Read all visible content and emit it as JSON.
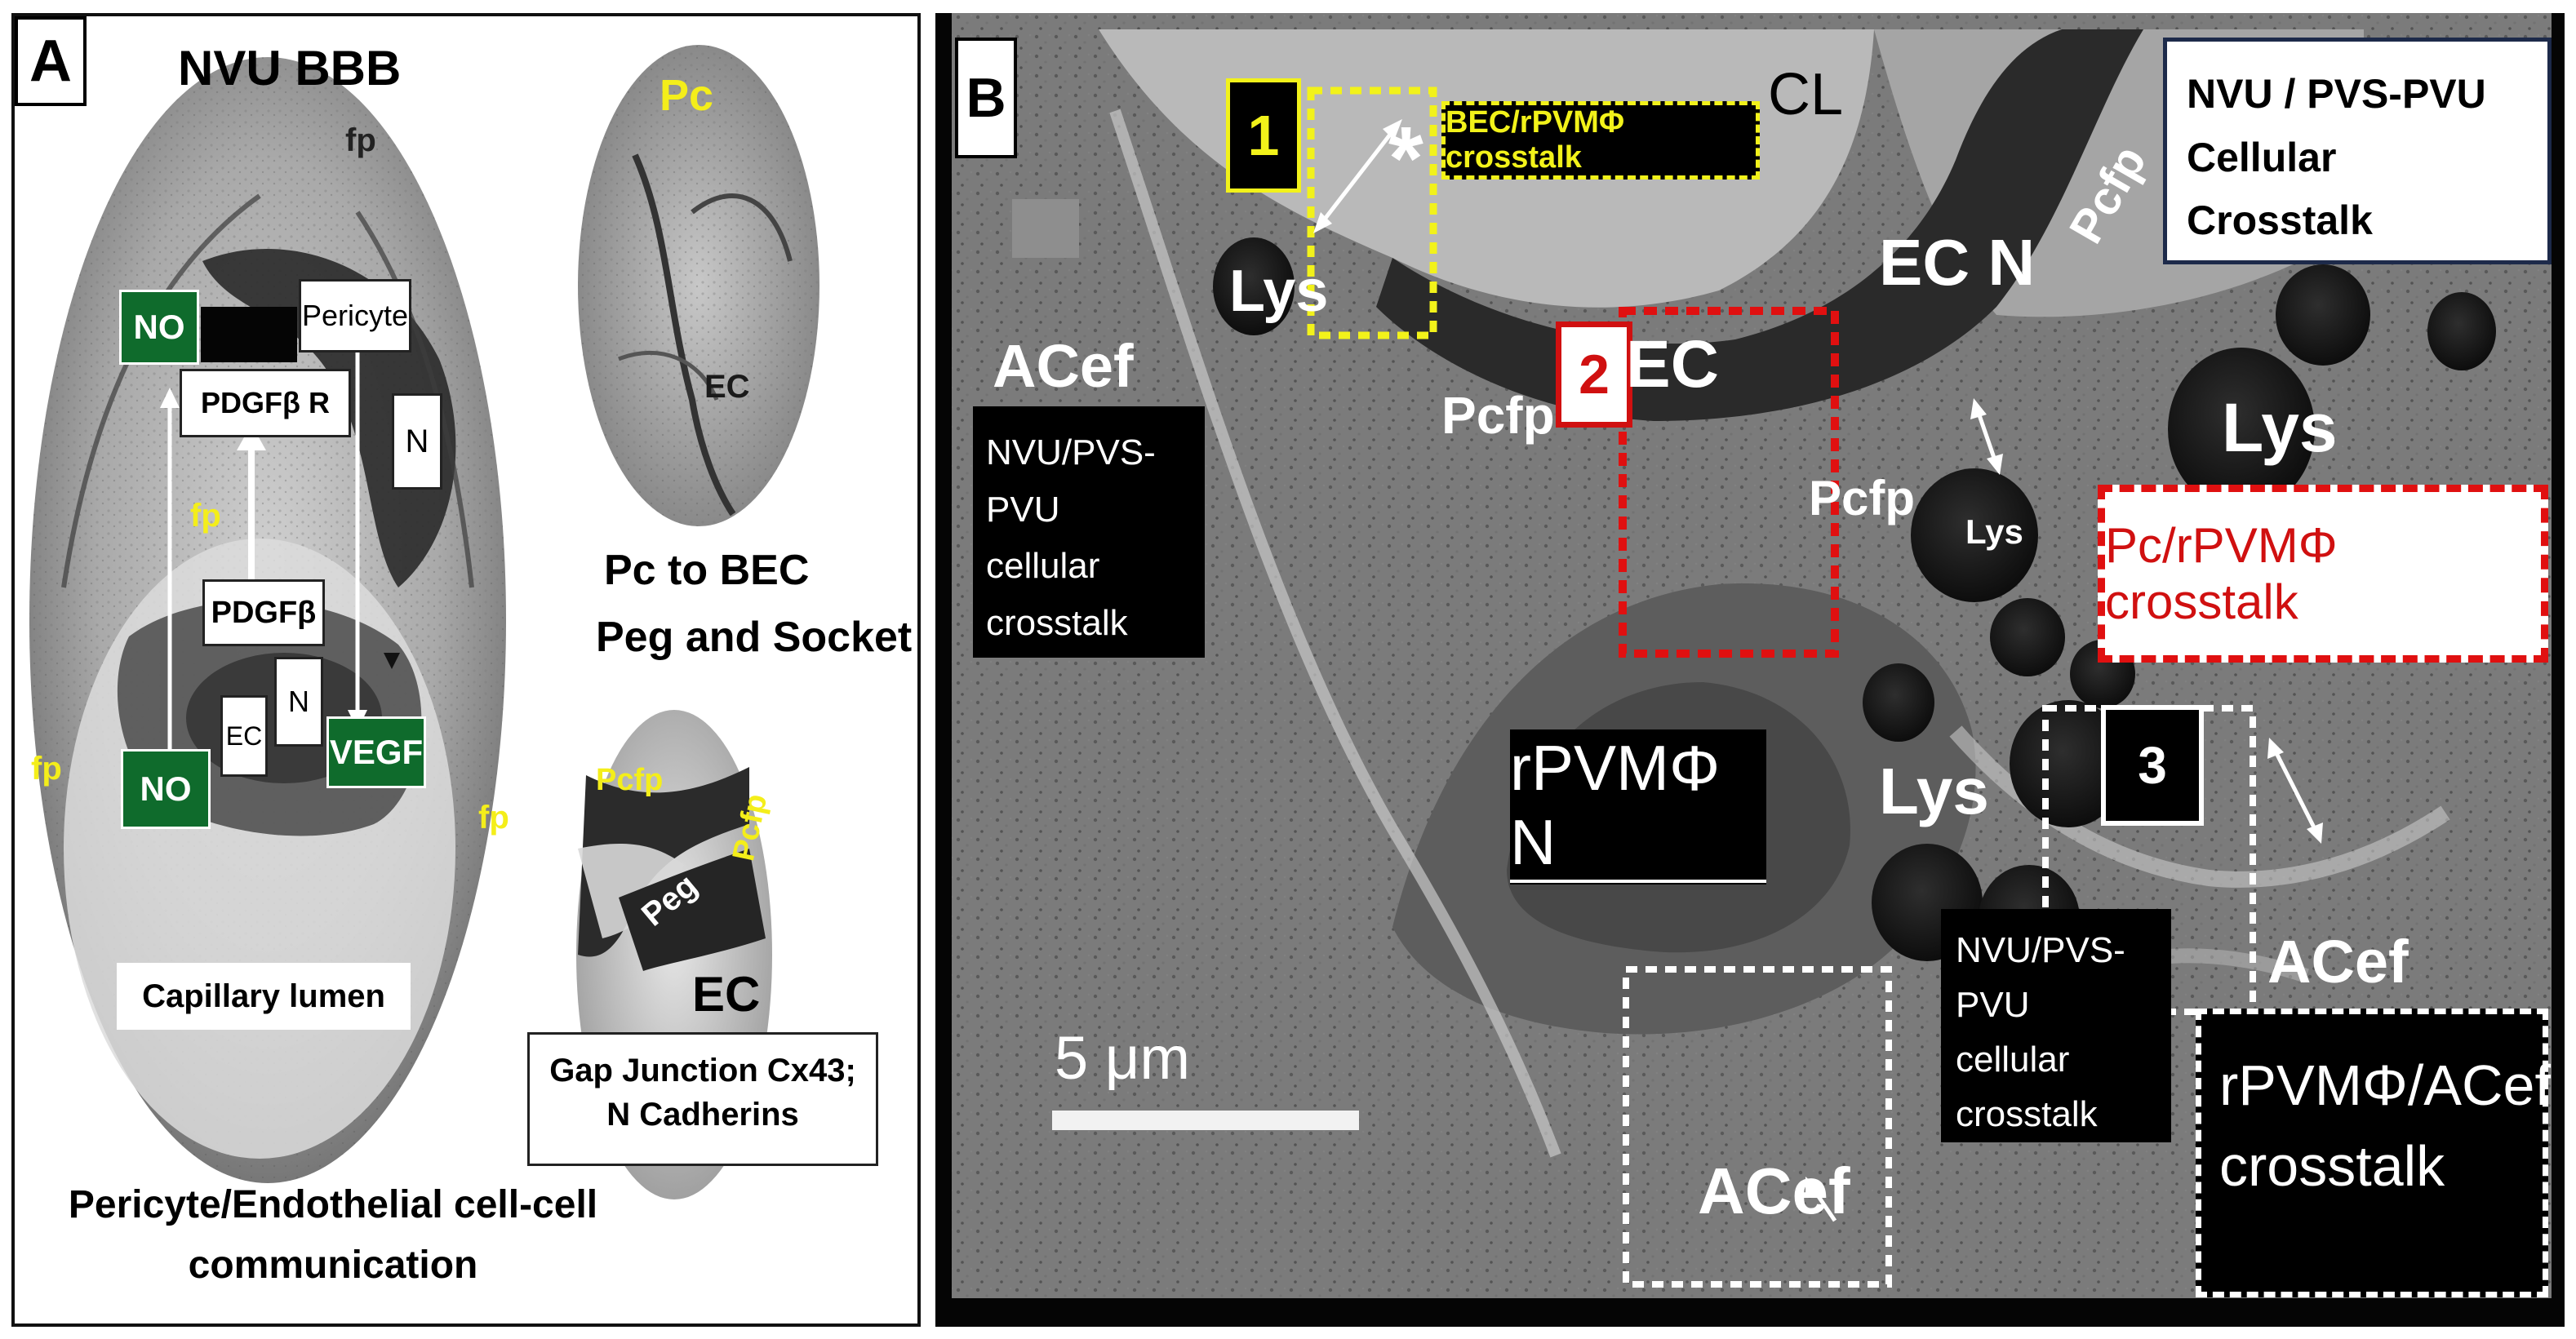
{
  "panel_a": {
    "letter": "A",
    "title": "NVU BBB",
    "fp_labels": [
      "fp",
      "fp",
      "fp",
      "fp"
    ],
    "labels": {
      "no_top": "NO",
      "pericyte": "Pericyte",
      "pdgfb_r": "PDGFβ R",
      "n_top": "N",
      "pdgfb": "PDGFβ",
      "ec": "EC",
      "n_bottom": "N",
      "vegf": "VEGF",
      "no_bottom": "NO",
      "capillary_lumen": "Capillary lumen"
    },
    "caption_line1": "Pericyte/Endothelial cell-cell",
    "caption_line2": "communication",
    "inset_top": {
      "pc": "Pc",
      "ec": "EC"
    },
    "peg_title_line1": "Pc to BEC",
    "peg_title_line2": "Peg and Socket",
    "inset_bottom": {
      "pcfp_left": "Pcfp",
      "pcfp_right": "Pcfp",
      "peg": "Peg",
      "ec": "EC"
    },
    "junction_line1": "Gap Junction Cx43;",
    "junction_line2": "N Cadherins"
  },
  "panel_b": {
    "letter": "B",
    "header_line1": "NVU / PVS-PVU",
    "header_line2": "Cellular Crosstalk",
    "box1": {
      "number": "1",
      "label": "BEC/rPVMΦ crosstalk",
      "asterisk": "*"
    },
    "box2": {
      "number": "2",
      "label": "Pc/rPVMΦ crosstalk"
    },
    "box3": {
      "number": "3",
      "label_line1": "rPVMΦ/ACef",
      "label_line2": "crosstalk"
    },
    "cl": "CL",
    "ec_n": "EC N",
    "pcfp_diag": "Pcfp",
    "lys_top_left": "Lys",
    "acef_left": "ACef",
    "ec": "EC",
    "pcfp_mid": "Pcfp",
    "pcfp_right": "Pcfp",
    "lys_small": "Lys",
    "lys_right": "Lys",
    "lys_center": "Lys",
    "rpvm_n": "rPVMΦ N",
    "acef_right": "ACef",
    "acef_bottom": "ACef",
    "crosstalk_left": [
      "NVU/PVS-PVU",
      "cellular",
      "crosstalk"
    ],
    "crosstalk_center": [
      "NVU/PVS-PVU",
      "cellular",
      "crosstalk"
    ],
    "scale": "5 μm"
  }
}
